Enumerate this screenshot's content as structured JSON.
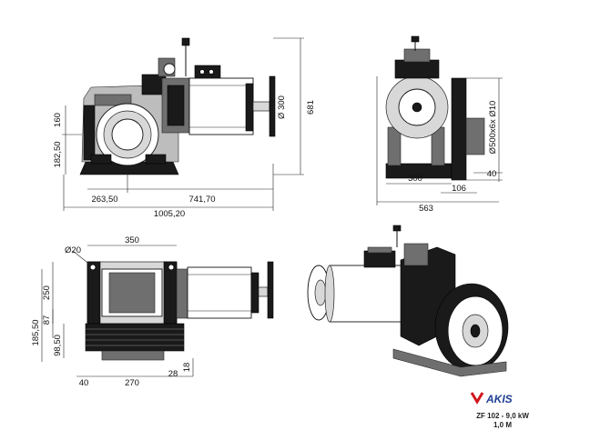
{
  "brand": {
    "logo_text": "AKIS",
    "model_line": "ZF 102 - 9,0 kW",
    "speed_line": "1,0 M",
    "logo_colors": {
      "red": "#d3161e",
      "blue": "#1f3f93"
    }
  },
  "dimensions": {
    "front_view": {
      "overall_height": "681",
      "shaft_height": "160",
      "upper_height": "182,50",
      "pulley_diameter": "Ø 300",
      "left_offset": "263,50",
      "right_offset": "741,70",
      "overall_width": "1005,20"
    },
    "side_view": {
      "sheave_spec": "Ø500x6x Ø10",
      "base_width": "300",
      "groove_width": "106",
      "edge_offset": "40",
      "overall_depth": "563"
    },
    "top_view": {
      "hole_diameter": "Ø20",
      "frame_width": "350",
      "height_250": "250",
      "height_185": "185,50",
      "height_87": "87",
      "height_98": "98,50",
      "base_left": "40",
      "base_mid": "270",
      "base_right": "28",
      "base_depth": "18"
    }
  }
}
